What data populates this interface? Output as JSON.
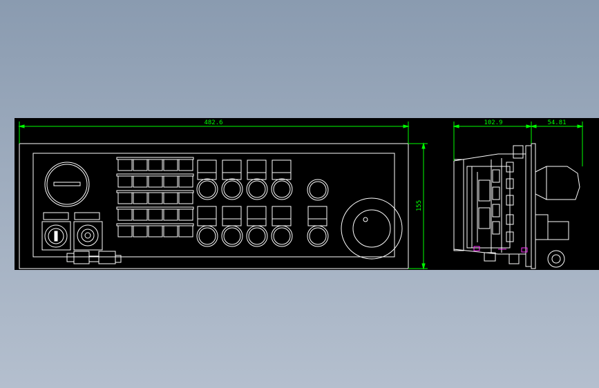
{
  "drawing": {
    "dimensions": {
      "front_width": "482.6",
      "front_height": "155",
      "side_depth": "102.9",
      "side_protrusion": "54.81"
    },
    "colors": {
      "background": "#000000",
      "outline": "#ffffff",
      "dimension": "#00ff00",
      "accent": "#ff33ff",
      "canvas": "#9aa8bb"
    }
  }
}
